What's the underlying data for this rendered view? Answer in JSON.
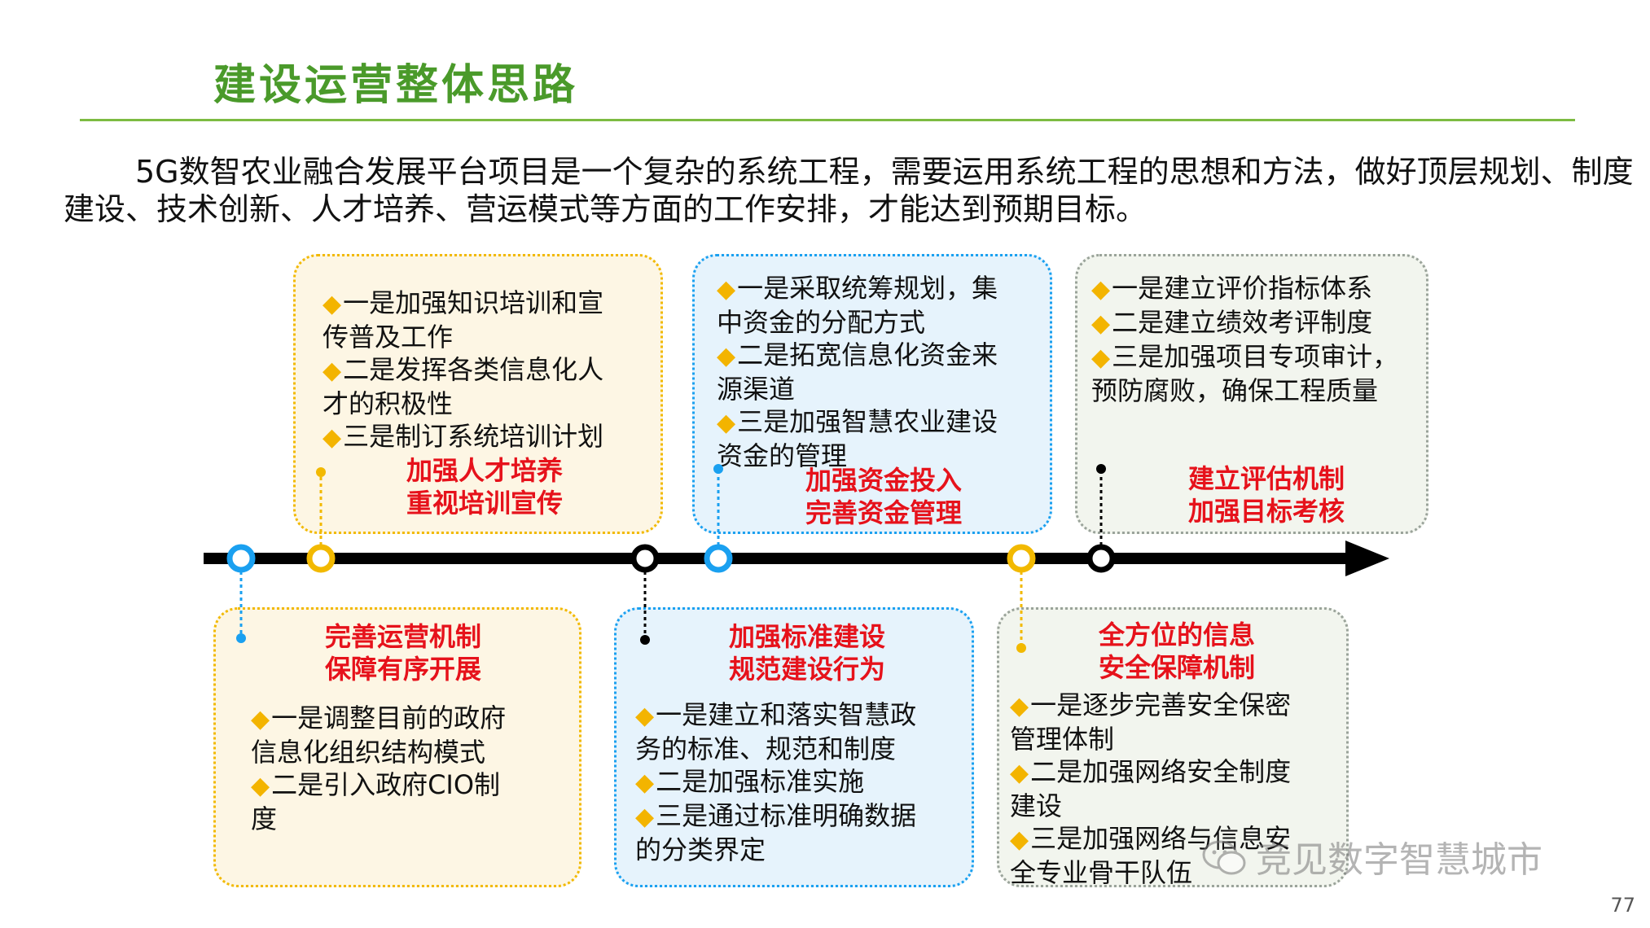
{
  "title": "建设运营整体思路",
  "intro": {
    "line1": "5G数智农业融合发展平台项目是一个复杂的系统工程，需要运用系统工程的思想和方法，做好顶层规划、制度",
    "line2": "建设、技术创新、人才培养、营运模式等方面的工作安排，才能达到预期目标。"
  },
  "boxes": {
    "talent": {
      "items": [
        "一是加强知识培训和宣",
        "传普及工作",
        "二是发挥各类信息化人",
        "才的积极性",
        "三是制订系统培训计划"
      ],
      "head1": "加强人才培养",
      "head2": "重视培训宣传"
    },
    "funds": {
      "items": [
        "一是采取统筹规划，集",
        "中资金的分配方式",
        "二是拓宽信息化资金来",
        "源渠道",
        "三是加强智慧农业建设",
        "资金的管理"
      ],
      "head1": "加强资金投入",
      "head2": "完善资金管理"
    },
    "evaluation": {
      "items": [
        "一是建立评价指标体系",
        "二是建立绩效考评制度",
        "三是加强项目专项审计，",
        "预防腐败，确保工程质量"
      ],
      "head1": "建立评估机制",
      "head2": "加强目标考核"
    },
    "operation": {
      "head1": "完善运营机制",
      "head2": "保障有序开展",
      "items": [
        "一是调整目前的政府",
        "信息化组织结构模式",
        "二是引入政府CIO制",
        "度"
      ]
    },
    "standard": {
      "head1": "加强标准建设",
      "head2": "规范建设行为",
      "items": [
        "一是建立和落实智慧政",
        "务的标准、规范和制度",
        "二是加强标准实施",
        "三是通过标准明确数据",
        "的分类界定"
      ]
    },
    "security": {
      "head1": "全方位的信息",
      "head2": "安全保障机制",
      "items": [
        "一是逐步完善安全保密",
        "管理体制",
        "二是加强网络安全制度",
        "建设",
        "三是加强网络与信息安",
        "全专业骨干队伍"
      ]
    }
  },
  "watermark": "竞见数字智慧城市",
  "page_number": "77",
  "colors": {
    "title": "#4a9a2a",
    "accent_red": "#e6121b",
    "diamond": "#f3b400",
    "yellow": "#f2b900",
    "blue": "#1aa0f0",
    "black": "#000000"
  }
}
